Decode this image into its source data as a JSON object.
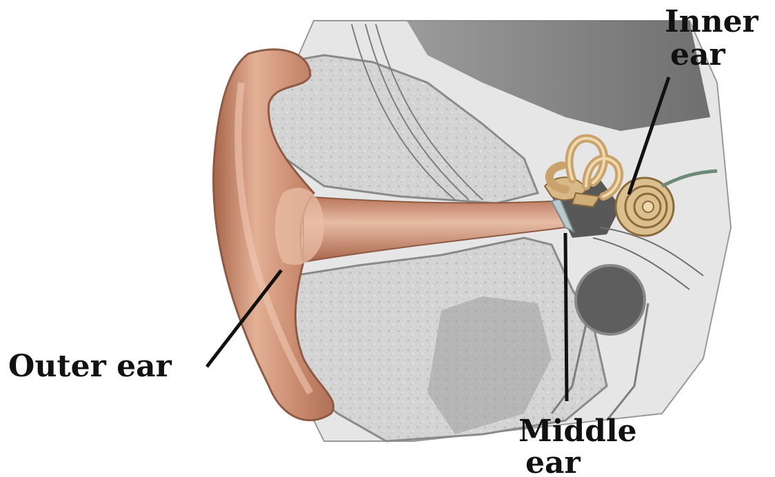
{
  "labels": {
    "inner_line1": "Inner",
    "inner_line2": "ear",
    "outer": "Outer ear",
    "middle_line1": "Middle",
    "middle_line2": "ear"
  },
  "colors": {
    "skin": "#c98a6e",
    "skin_light": "#e7b69c",
    "skin_dark": "#9e5a3f",
    "bone": "#d9d9d9",
    "bone_dark": "#a9a9a9",
    "cavity": "#6f6f6f",
    "ossicle": "#d8b887",
    "line": "#111111"
  }
}
